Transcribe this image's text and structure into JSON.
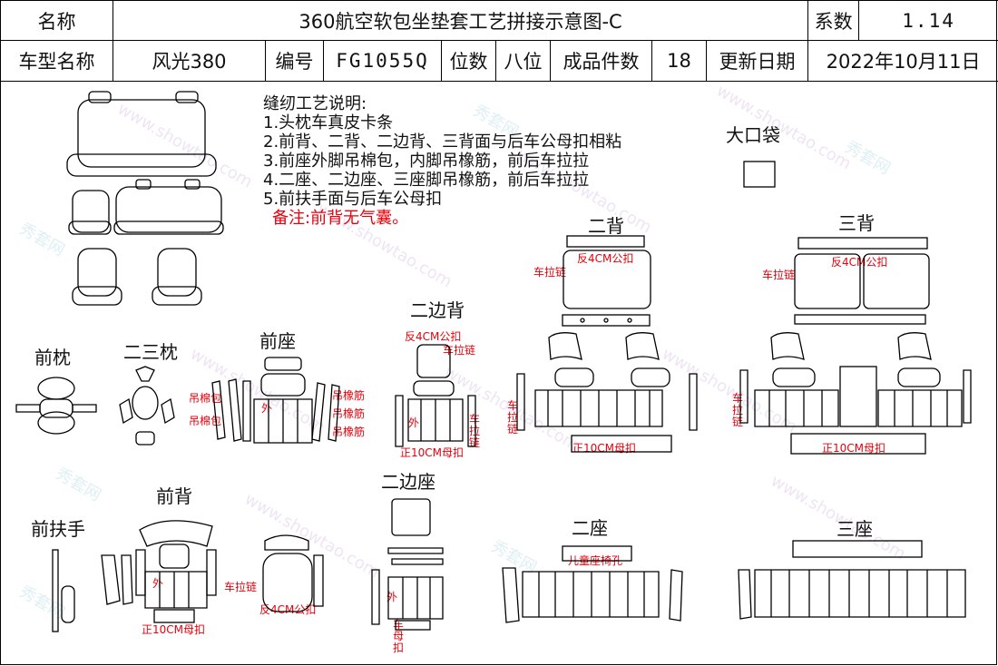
{
  "header": {
    "name_label": "名称",
    "title": "360航空软包坐垫套工艺拼接示意图-C",
    "coef_label": "系数",
    "coef_value": "1.14",
    "model_label": "车型名称",
    "model_value": "风光380",
    "code_label": "编号",
    "code_value": "FG1055Q",
    "seats_label": "位数",
    "seats_value": "八位",
    "pieces_label": "成品件数",
    "pieces_value": "18",
    "date_label": "更新日期",
    "date_value": "2022年10月11日"
  },
  "notes": {
    "title": "缝纫工艺说明:",
    "lines": [
      "1.头枕车真皮卡条",
      "2.前背、二背、二边背、三背面与后车公母扣相粘",
      "3.前座外脚吊棉包，内脚吊橡筋，前后车拉拉",
      "4.二座、二边座、三座脚吊橡筋，前后车拉拉",
      "5.前扶手面与后车公母扣"
    ],
    "remark": "备注:前背无气囊。"
  },
  "sections": {
    "big_pocket": "大口袋",
    "second_back": "二背",
    "third_back": "三背",
    "front_headrest": "前枕",
    "headrest_23": "二三枕",
    "front_seat": "前座",
    "second_side_back": "二边背",
    "front_back": "前背",
    "front_armrest": "前扶手",
    "second_side_seat": "二边座",
    "second_seat": "二座",
    "third_seat": "三座"
  },
  "annotations": {
    "rev4cm_snap": "反4CM公扣",
    "car_zipper": "车拉链",
    "hang_cotton": "吊棉包",
    "hang_elastic": "吊橡筋",
    "outer": "外",
    "pos10cm_female": "正10CM母扣",
    "rev4cm_snap_2": "反4CM公扣",
    "child_seat_hole": "儿童座椅孔",
    "car_female_snap": "车母扣",
    "zheng_10cm_mu": "正10CM母扣"
  },
  "watermark": {
    "brand": "秀套网",
    "url": "www.showtao.com"
  },
  "colors": {
    "annotation_red": "#e8000b",
    "line": "#000000",
    "watermark": "#c9a0d8"
  }
}
